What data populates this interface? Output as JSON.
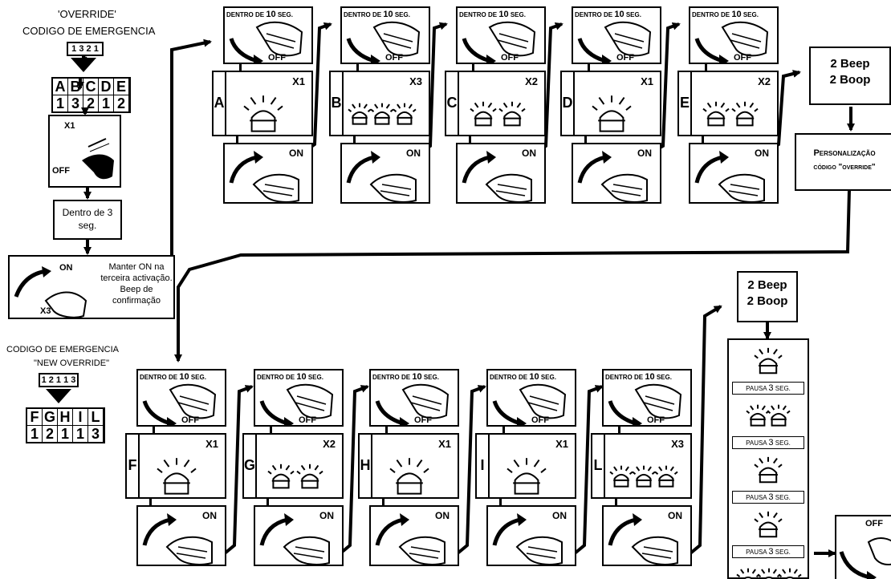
{
  "colors": {
    "ink": "#000000",
    "paper": "#ffffff"
  },
  "override": {
    "title": "'OVERRIDE'",
    "subtitle": "CODIGO DE EMERGENCIA",
    "code": "1 3 2 1 2",
    "letters": [
      "A",
      "B",
      "C",
      "D",
      "E"
    ],
    "digits": [
      "1",
      "3",
      "2",
      "1",
      "2"
    ]
  },
  "start": {
    "count": "X1",
    "off": "OFF",
    "within": "Dentro de 3 seg.",
    "on": "ON",
    "count3": "X3",
    "note": "Manter ON na terceira activação. Beep de confirmação"
  },
  "new_override": {
    "title": "CODIGO DE EMERGENCIA",
    "subtitle": "\"NEW OVERRIDE\"",
    "code": "1 2 1 1 3",
    "letters": [
      "F",
      "G",
      "H",
      "I",
      "L"
    ],
    "digits": [
      "1",
      "2",
      "1",
      "1",
      "3"
    ]
  },
  "step_labels": {
    "within_prefix": "DENTRO DE",
    "within_num": "10",
    "within_suffix": "SEG.",
    "off": "OFF",
    "on": "ON"
  },
  "steps_top": [
    {
      "letter": "A",
      "count": "X1"
    },
    {
      "letter": "B",
      "count": "X3"
    },
    {
      "letter": "C",
      "count": "X2"
    },
    {
      "letter": "D",
      "count": "X1"
    },
    {
      "letter": "E",
      "count": "X2"
    }
  ],
  "steps_bottom": [
    {
      "letter": "F",
      "count": "X1"
    },
    {
      "letter": "G",
      "count": "X2"
    },
    {
      "letter": "H",
      "count": "X1"
    },
    {
      "letter": "I",
      "count": "X1"
    },
    {
      "letter": "L",
      "count": "X3"
    }
  ],
  "beep": {
    "line1": "2 Beep",
    "line2": "2 Boop"
  },
  "personalization": {
    "line1": "Personalização",
    "line2": "código \"override\""
  },
  "pause": {
    "prefix": "PAUSA",
    "num": "3",
    "suffix": "SEG."
  },
  "final_off": "OFF"
}
